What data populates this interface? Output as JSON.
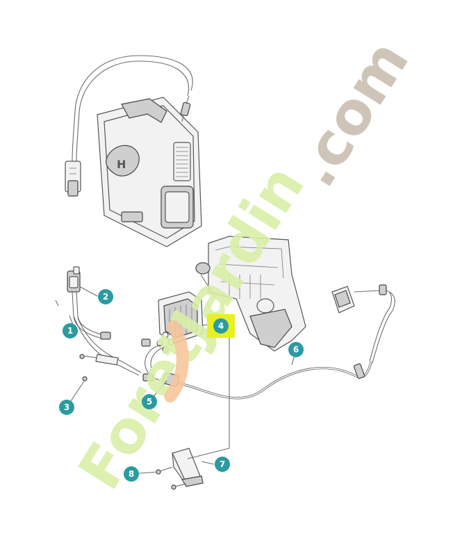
{
  "diagram": {
    "callout_color": "#2a9ba0",
    "highlight_color": "#e8f020",
    "callouts": [
      {
        "id": "1",
        "label": "1"
      },
      {
        "id": "2",
        "label": "2"
      },
      {
        "id": "3",
        "label": "3"
      },
      {
        "id": "4",
        "label": "4"
      },
      {
        "id": "5",
        "label": "5"
      },
      {
        "id": "6",
        "label": "6"
      },
      {
        "id": "7",
        "label": "7"
      },
      {
        "id": "8",
        "label": "8"
      }
    ],
    "highlighted_callout": "4"
  },
  "watermark": {
    "text_green": "ForetJardin",
    "text_grey": ".com",
    "green_color": "#d8efa8",
    "orange_color": "#f6c79a",
    "grey_color": "#c9bfb0"
  }
}
